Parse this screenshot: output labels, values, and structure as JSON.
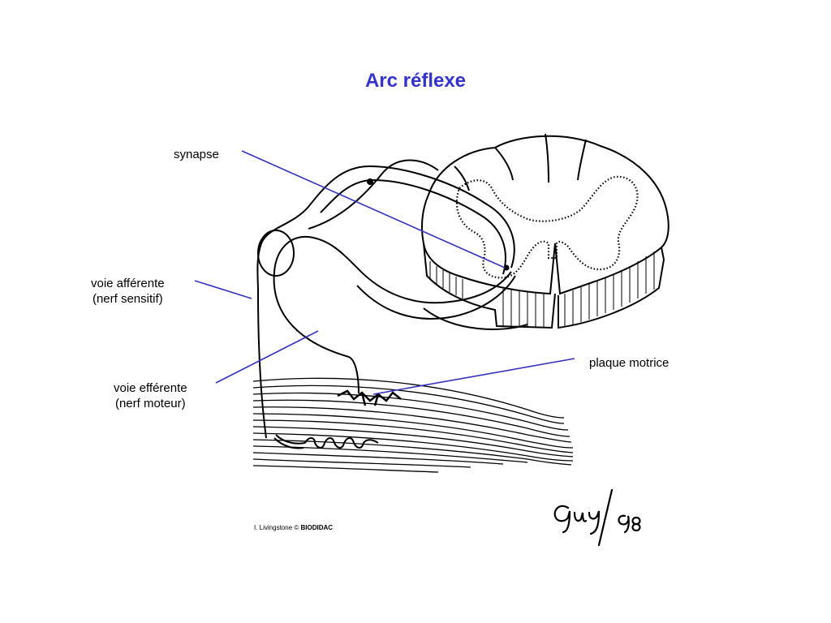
{
  "slide": {
    "title": "Arc réflexe"
  },
  "labels": {
    "synapse": "synapse",
    "afferent_line1": "voie afférente",
    "afferent_line2": "(nerf sensitif)",
    "efferent_line1": "voie efférente",
    "efferent_line2": "(nerf moteur)",
    "motor_plate": "plaque motrice"
  },
  "credit": {
    "author": "I. Livingstone ©",
    "publisher": "BIODIDAC"
  },
  "signature": "Guy /98",
  "colors": {
    "title": "#3333cc",
    "leader_lines": "#3333bb",
    "ink": "#000000",
    "background": "#ffffff"
  }
}
